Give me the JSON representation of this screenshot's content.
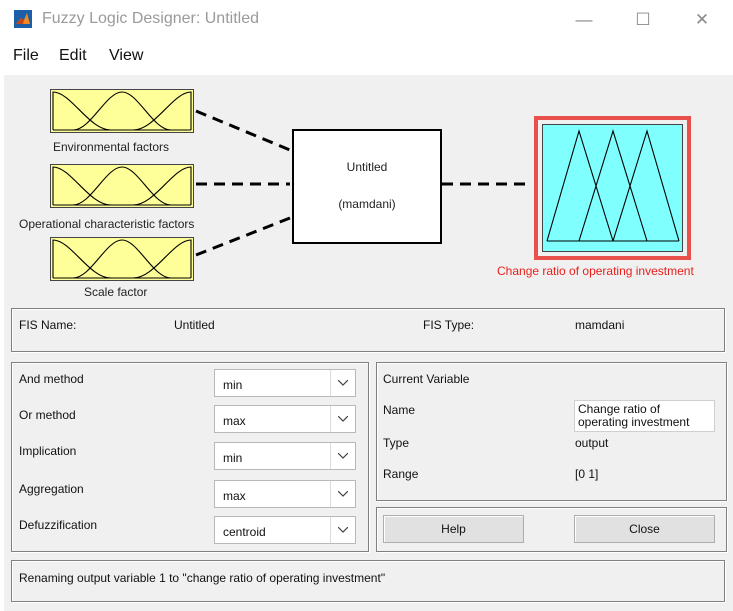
{
  "window": {
    "title": "Fuzzy Logic Designer: Untitled",
    "controls": [
      "—",
      "☐",
      "✕"
    ]
  },
  "menu": [
    "File",
    "Edit",
    "View"
  ],
  "diagram": {
    "inputs": [
      "Environmental factors",
      "Operational characteristic factors",
      "Scale factor"
    ],
    "system": {
      "name": "Untitled",
      "type": "(mamdani)"
    },
    "output": "Change ratio of operating investment",
    "colors": {
      "input_fill": "#ffff99",
      "output_fill": "#80ffff",
      "selected_border": "#e8504c"
    }
  },
  "fis": {
    "name_label": "FIS Name:",
    "name": "Untitled",
    "type_label": "FIS Type:",
    "type": "mamdani"
  },
  "methods": [
    {
      "label": "And method",
      "value": "min"
    },
    {
      "label": "Or method",
      "value": "max"
    },
    {
      "label": "Implication",
      "value": "min"
    },
    {
      "label": "Aggregation",
      "value": "max"
    },
    {
      "label": "Defuzzification",
      "value": "centroid"
    }
  ],
  "current_variable": {
    "heading": "Current Variable",
    "name_label": "Name",
    "name_value": "Change ratio of operating investment",
    "type_label": "Type",
    "type_value": "output",
    "range_label": "Range",
    "range_value": "[0 1]"
  },
  "buttons": {
    "help": "Help",
    "close": "Close"
  },
  "status": "Renaming output variable 1 to \"change ratio of operating investment\""
}
